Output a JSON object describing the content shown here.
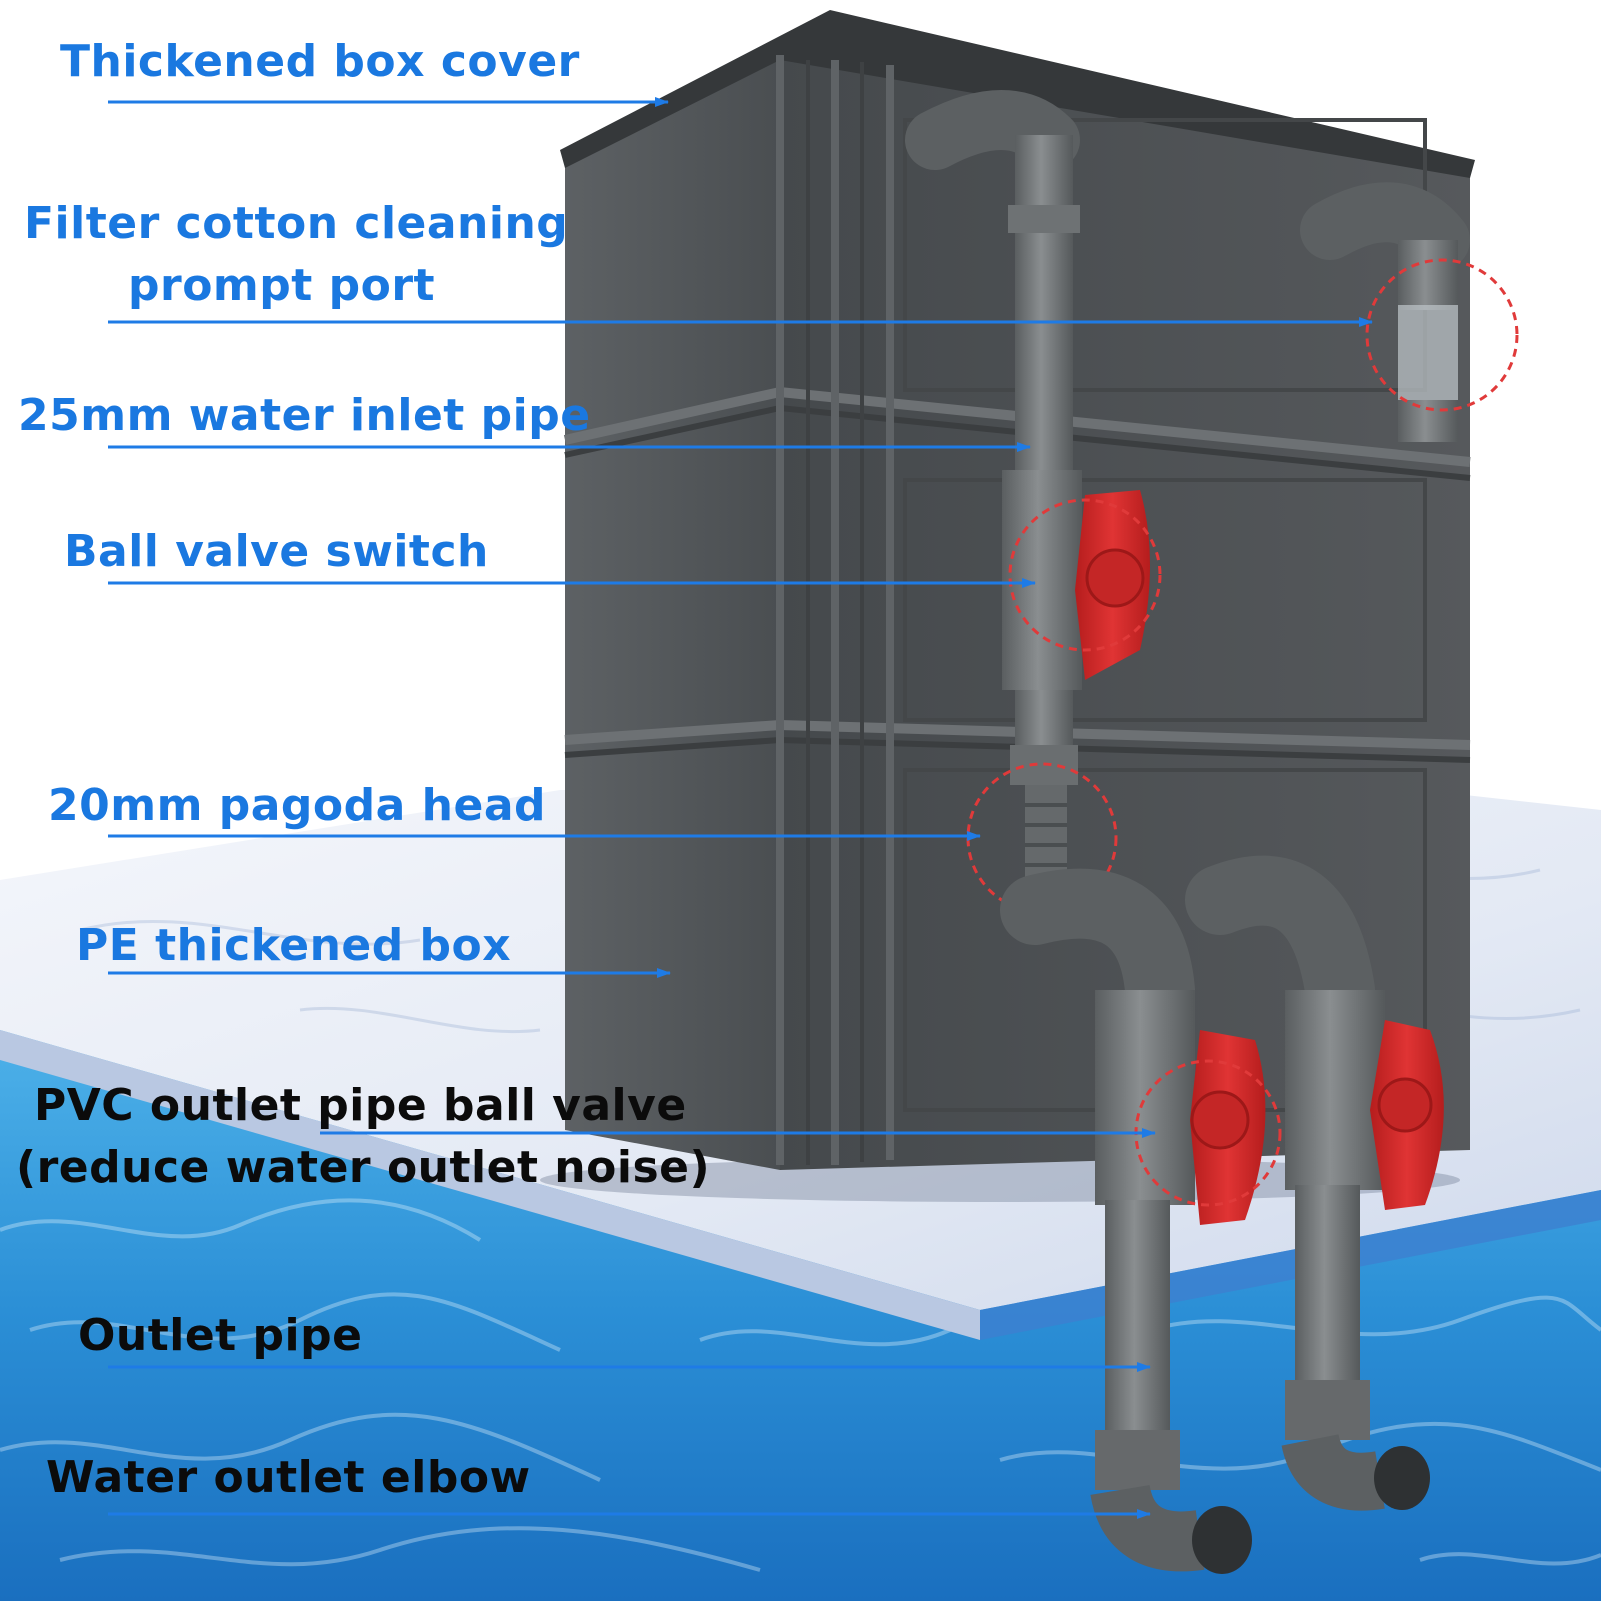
{
  "labels": {
    "box_cover": "Thickened box cover",
    "filter_port_line1": "Filter cotton cleaning",
    "filter_port_line2": "prompt port",
    "inlet_pipe": "25mm water inlet pipe",
    "ball_valve_switch": "Ball valve switch",
    "pagoda_head": "20mm pagoda head",
    "pe_box": "PE thickened box",
    "pvc_valve_line1": "PVC outlet pipe ball valve",
    "pvc_valve_line2": "(reduce water outlet noise)",
    "outlet_pipe": "Outlet pipe",
    "outlet_elbow": "Water outlet elbow"
  },
  "colors": {
    "label_blue": "#1a78e0",
    "label_dark": "#0b0b0b",
    "leader_line": "#1e7be6",
    "box_gray": "#4f5356",
    "pipe_gray": "#6c7072",
    "valve_red": "#d42a2a",
    "highlight_circle": "#e03a3a",
    "water_blue": "#2b8fd6",
    "marble_white": "#e9eef6"
  },
  "icons": [
    "arrow-right-icon",
    "dashed-circle-highlight-icon",
    "ball-valve-handle-icon"
  ]
}
